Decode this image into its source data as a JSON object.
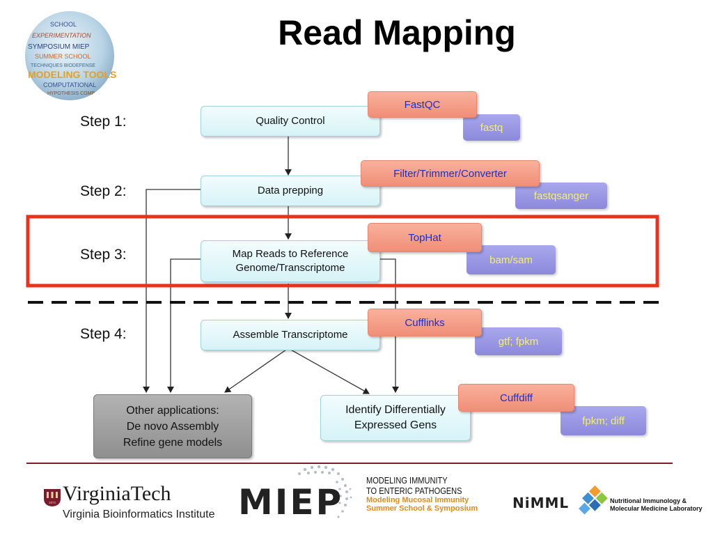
{
  "title": "Read Mapping",
  "logo_words": [
    "SCHOOL",
    "EXPERIMENTATION",
    "SYMPOSIUM MIEP",
    "SUMMER SCHOOL",
    "TECHNIQUES BIODEFENSE",
    "MODELING TOOLS",
    "COMPUTATIONAL",
    "HYPOTHESIS COMP"
  ],
  "steps": [
    {
      "label": "Step 1:",
      "process": "Quality Control",
      "tool": "FastQC",
      "format": "fastq"
    },
    {
      "label": "Step 2:",
      "process": "Data prepping",
      "tool": "Filter/Trimmer/Converter",
      "format": "fastqsanger"
    },
    {
      "label": "Step 3:",
      "process_lines": [
        "Map Reads to Reference",
        "Genome/Transcriptome"
      ],
      "tool": "TopHat",
      "format": "bam/sam"
    },
    {
      "label": "Step 4:",
      "process": "Assemble Transcriptome",
      "tool": "Cufflinks",
      "format": "gtf; fpkm"
    }
  ],
  "other_applications": [
    "Other applications:",
    "De novo Assembly",
    "Refine gene models"
  ],
  "differential": {
    "lines": [
      "Identify Differentially",
      "Expressed Gens"
    ],
    "tool": "Cuffdiff",
    "format": "fpkm; diff"
  },
  "colors": {
    "highlight": "#e8321e",
    "process_fill": "#dff6f9",
    "tool_fill": "#f39a84",
    "tool_text": "#1f2ec6",
    "format_fill": "#9a98e3",
    "format_text": "#f4f06a",
    "footer_rule": "#7a1b2e"
  },
  "footer": {
    "vt_name": "VirginiaTech",
    "vt_sub": "Virginia Bioinformatics Institute",
    "vt_year": "1872",
    "miep": "MIEP",
    "miep_line1": "MODELING IMMUNITY",
    "miep_line2": "TO ENTERIC PATHOGENS",
    "miep_line3": "Modeling Mucosal Immunity",
    "miep_line4": "Summer School & Symposium",
    "nimml": "NiMML",
    "nimml_sub1": "Nutritional Immunology &",
    "nimml_sub2": "Molecular Medicine Laboratory"
  }
}
